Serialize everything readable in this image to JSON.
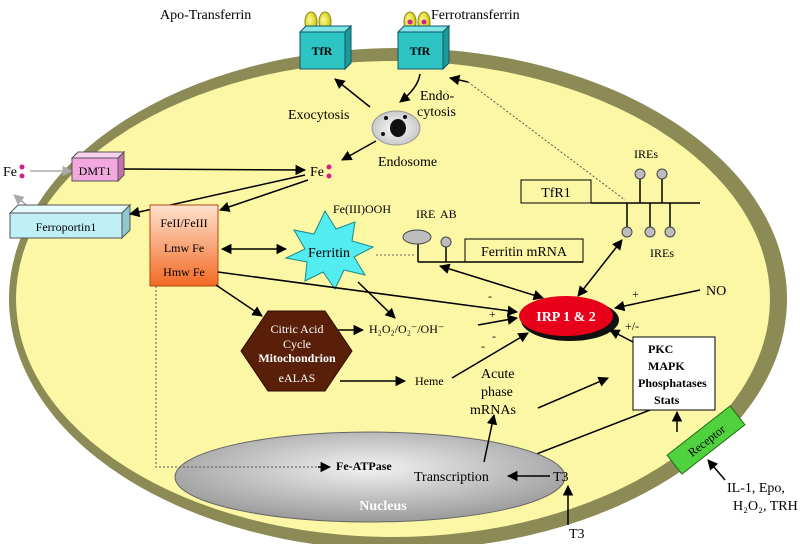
{
  "labels": {
    "apo_transferrin": "Apo-Transferrin",
    "ferrotransferrin": "Ferrotransferrin",
    "tfr_left": "TfR",
    "tfr_right": "TfR",
    "exocytosis": "Exocytosis",
    "endo": "Endo-",
    "cytosis": "cytosis",
    "endosome": "Endosome",
    "fe_outside": "Fe",
    "fe_inside": "Fe",
    "dmt1": "DMT1",
    "ferroportin": "Ferroportin1",
    "pool_line1": "FeII/FeIII",
    "pool_line2": "Lmw Fe",
    "pool_line3": "Hmw Fe",
    "fe_ooh": "Fe(III)OOH",
    "ferritin": "Ferritin",
    "ire": "IRE",
    "ab": "AB",
    "ferritin_mrna": "Ferritin mRNA",
    "tfr1": "TfR1",
    "ires_top": "IREs",
    "ires_bottom": "IREs",
    "irp": "IRP 1 & 2",
    "no": "NO",
    "ros": "H₂O₂/O₂⁻/OH⁻",
    "mito_line1": "Citric Acid",
    "mito_line2": "Cycle",
    "mito_line3": "Mitochondrion",
    "mito_line4": "eALAS",
    "heme": "Heme",
    "acute_line1": "Acute",
    "acute_line2": "phase",
    "acute_line3": "mRNAs",
    "kinase_line1": "PKC",
    "kinase_line2": "MAPK",
    "kinase_line3": "Phosphatases",
    "kinase_line4": "Stats",
    "receptor": "Receptor",
    "stimuli_line1": "IL-1, Epo,",
    "stimuli_line2": "H₂O₂, TRH",
    "fe_atpase": "Fe-ATPase",
    "transcription": "Transcription",
    "t3_inner": "T3",
    "t3_outer": "T3",
    "nucleus": "Nucleus",
    "sign_plus_no": "+",
    "sign_plus_ros": "+",
    "sign_minus_ros": "-",
    "sign_minus_pool": "-",
    "sign_plusminus": "+/-",
    "sign_minus_heme": "-"
  },
  "colors": {
    "cell": "#fcf7a4",
    "membrane": "#7c7b4c",
    "tfr": "#2ec4c4",
    "transferrin": "#f3f000",
    "dmt1": "#f2a7de",
    "ferroportin": "#bff0f8",
    "ferritin": "#53ecf0",
    "irp": "#e8001a",
    "mitochondrion": "#5a1f08",
    "nucleus": "#bcbcbc",
    "receptor": "#4fd23e"
  }
}
